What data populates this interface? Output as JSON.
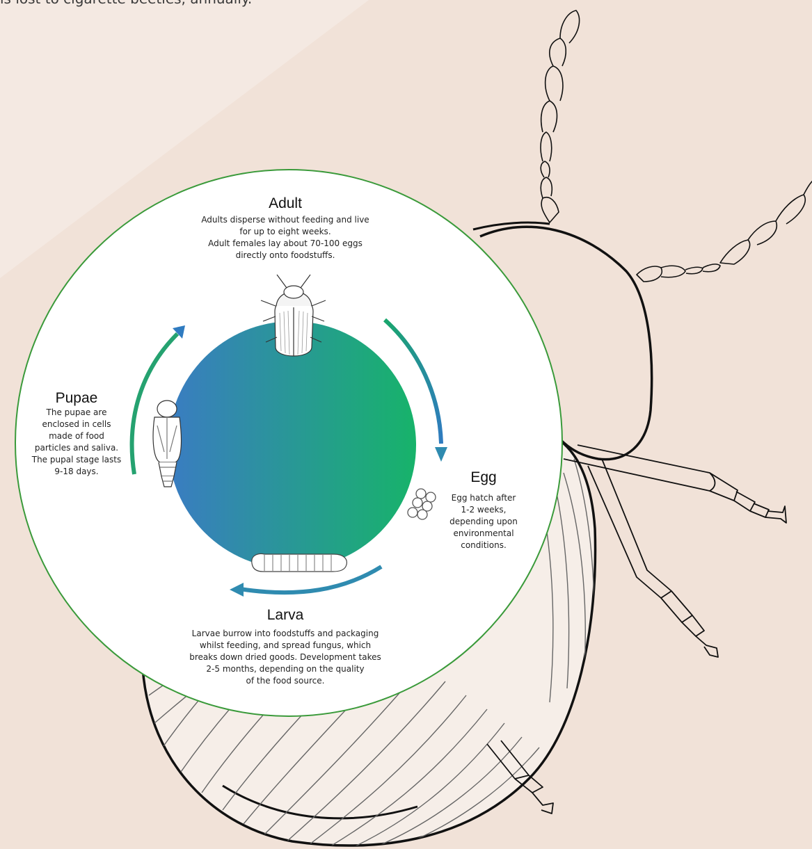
{
  "intro_text": "is lost to cigarette beetles, annually.",
  "lifecycle": {
    "adult": {
      "title": "Adult",
      "description": "Adults disperse without feeding and live\nfor up to eight weeks.\nAdult females lay about 70-100 eggs\ndirectly onto foodstuffs."
    },
    "pupae": {
      "title": "Pupae",
      "description": "The pupae are\nenclosed in cells\nmade of food\nparticles and saliva.\nThe pupal stage lasts\n9-18 days."
    },
    "egg": {
      "title": "Egg",
      "description": "Egg hatch after\n1-2 weeks,\ndepending upon\nenvironmental\nconditions."
    },
    "larva": {
      "title": "Larva",
      "description": "Larvae burrow into foodstuffs and packaging\nwhilst feeding, and spread fungus, which\nbreaks down dried goods. Development takes\n2-5 months, depending on the quality\nof the food source."
    }
  },
  "colors": {
    "background": "#f4e9e2",
    "diagonal_band": "#f1e2d8",
    "ring_border": "#3a9a3a",
    "gradient_blue": "#3a7cc2",
    "gradient_green": "#17b36a",
    "arrow": "#2f8bb0",
    "line_art": "#111111"
  }
}
